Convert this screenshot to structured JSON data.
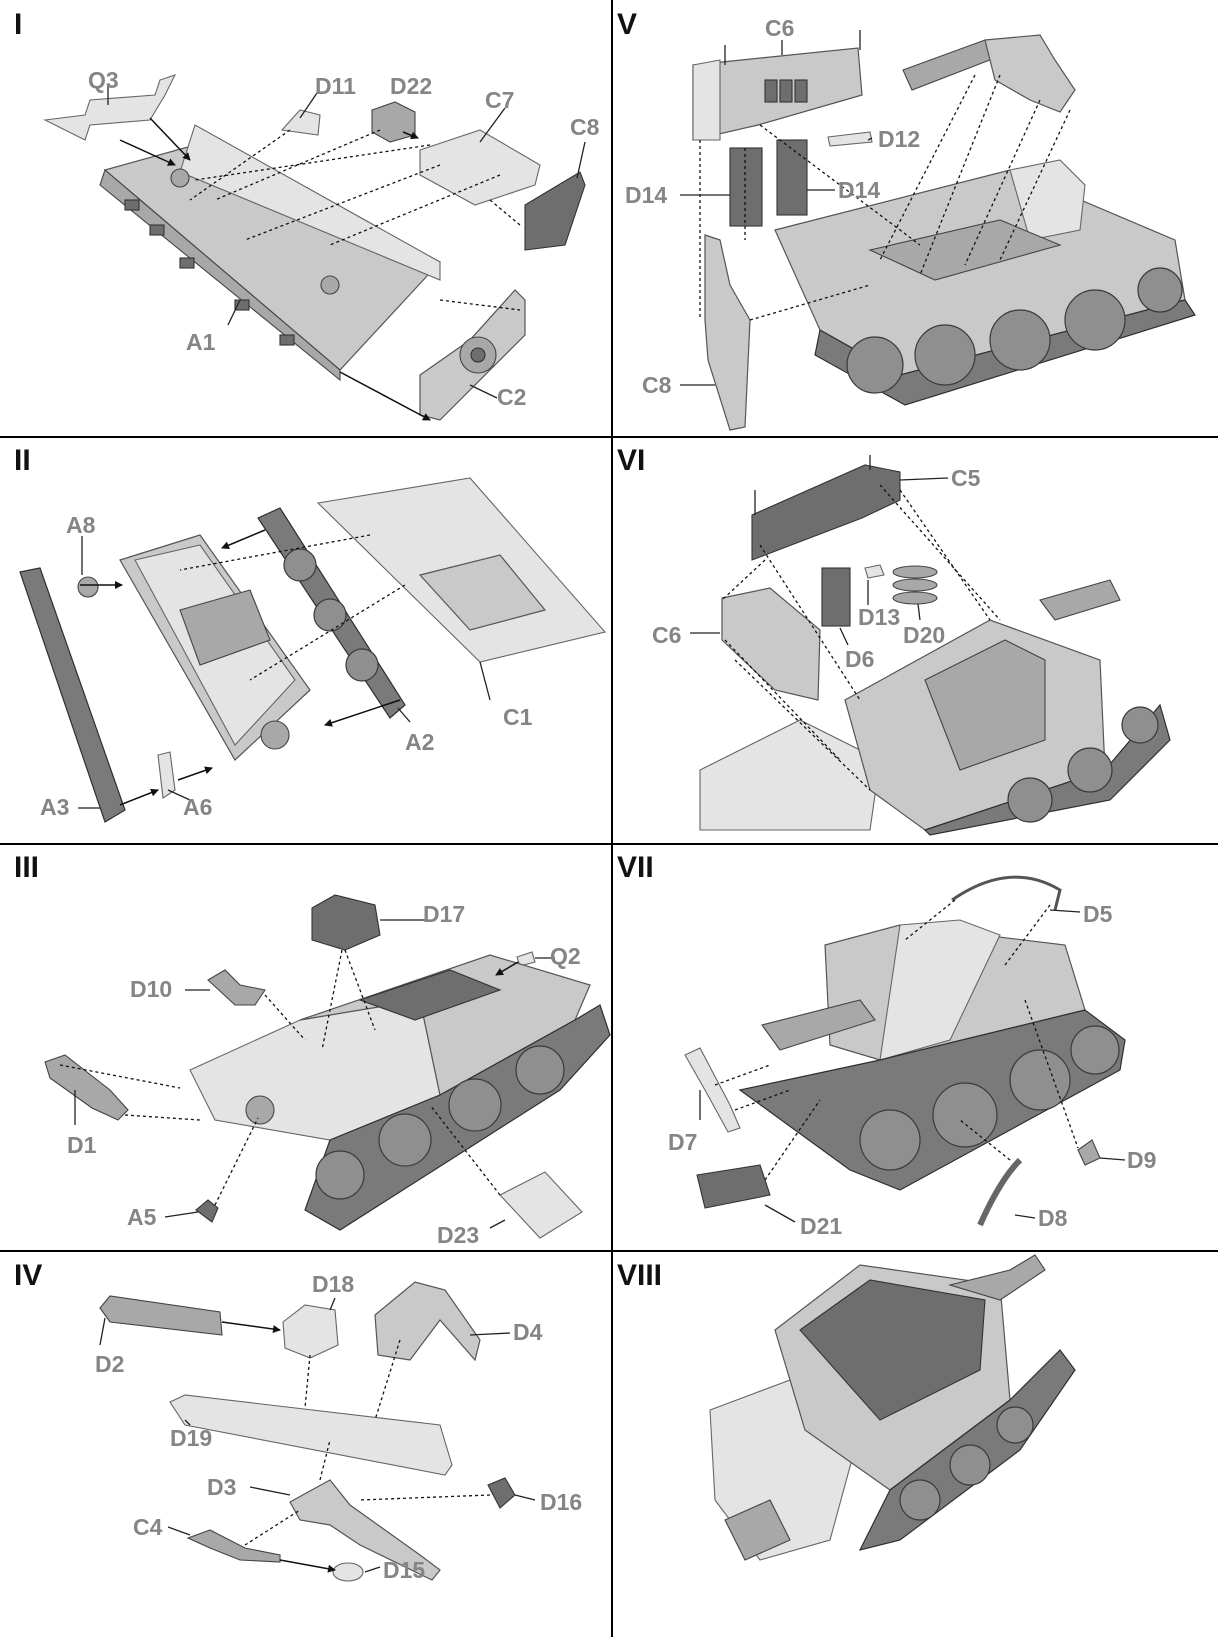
{
  "steps": [
    {
      "number": "I",
      "parts": [
        "Q3",
        "D11",
        "D22",
        "C7",
        "C8",
        "A1",
        "C2"
      ]
    },
    {
      "number": "V",
      "parts": [
        "C6",
        "D12",
        "D14",
        "D14",
        "C8"
      ]
    },
    {
      "number": "II",
      "parts": [
        "A8",
        "C1",
        "A2",
        "A3",
        "A6"
      ]
    },
    {
      "number": "VI",
      "parts": [
        "C5",
        "C6",
        "D13",
        "D20",
        "D6"
      ]
    },
    {
      "number": "III",
      "parts": [
        "D17",
        "Q2",
        "D10",
        "D1",
        "A5",
        "D23"
      ]
    },
    {
      "number": "VII",
      "parts": [
        "D5",
        "D7",
        "D9",
        "D8",
        "D21"
      ]
    },
    {
      "number": "IV",
      "parts": [
        "D18",
        "D4",
        "D2",
        "D19",
        "D3",
        "D16",
        "C4",
        "D15"
      ]
    },
    {
      "number": "VIII",
      "parts": []
    }
  ],
  "colors": {
    "label": "#858585",
    "step_number": "#111111",
    "divider": "#000000",
    "part_fill": "#c9c9c9"
  }
}
